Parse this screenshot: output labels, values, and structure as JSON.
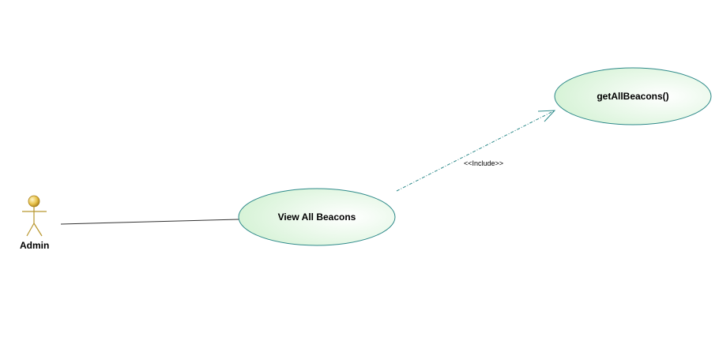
{
  "diagram": {
    "actor": {
      "name": "Admin"
    },
    "use_cases": {
      "view_all_beacons": "View All Beacons",
      "get_all_beacons": "getAllBeacons()"
    },
    "include_relation": {
      "stereotype": "<<Include>>"
    },
    "colors": {
      "use_case_fill": "#e6f8e6",
      "use_case_border": "#2e8a8a",
      "association_line": "#333333",
      "include_line": "#2e8a8a",
      "actor_head": "#e8c24a",
      "actor_body": "#b8962e"
    }
  }
}
